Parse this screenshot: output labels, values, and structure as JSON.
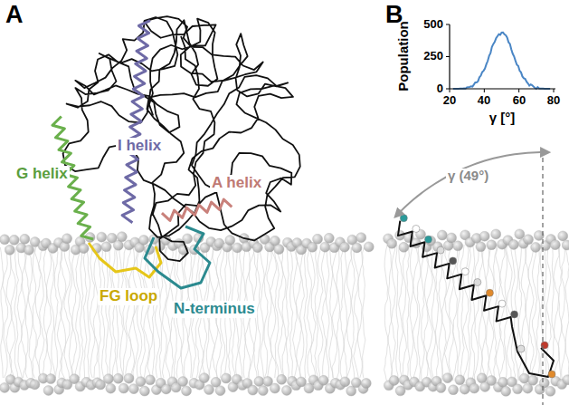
{
  "diagram": {
    "labels": [
      "A",
      "B",
      "I helix",
      "G helix",
      "A helix",
      "FG loop",
      "N-terminus",
      "Population",
      "500",
      "250",
      "0",
      "20",
      "40",
      "60",
      "80",
      "γ [°]",
      "γ (49°)"
    ]
  }
}
